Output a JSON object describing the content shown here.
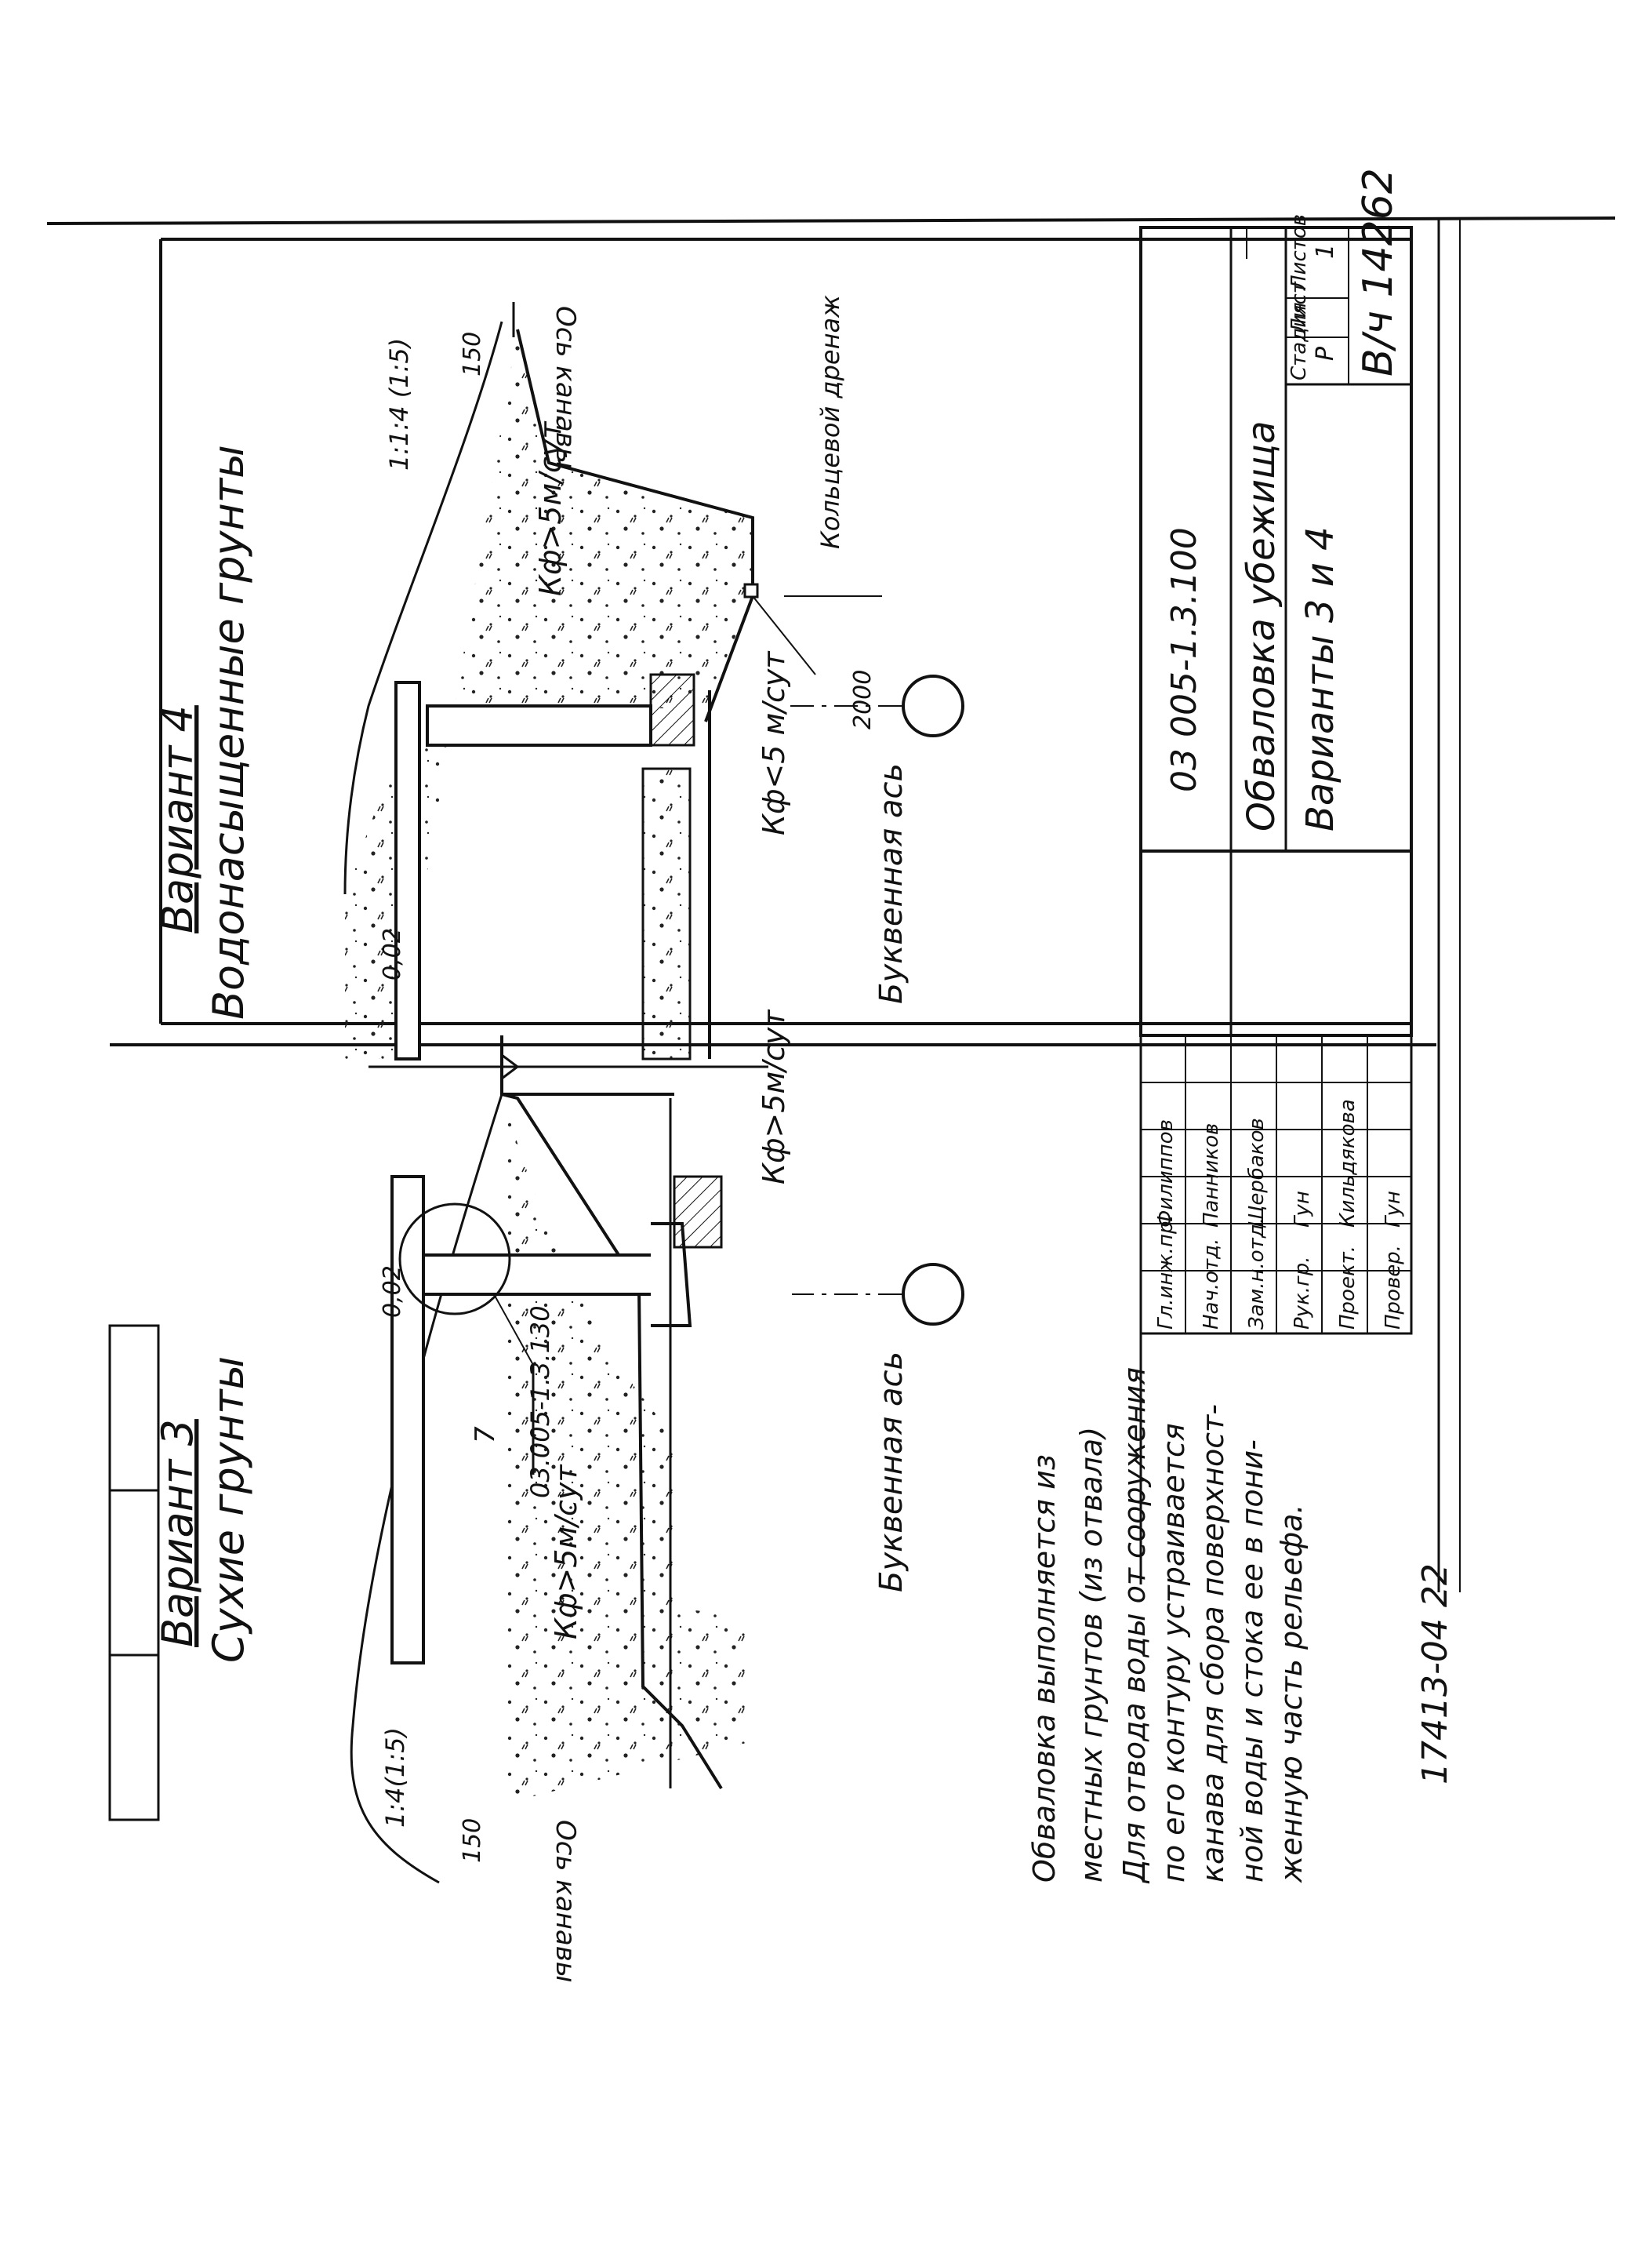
{
  "variant3": {
    "title": "Вариант 3",
    "subtitle": "Сухие грунты"
  },
  "variant4": {
    "title": "Вариант 4",
    "subtitle": "Водонасыщенные грунты"
  },
  "labels": {
    "slope_left": "1:4(1:5)",
    "slope_right": "1:1:4 (1:5)",
    "dim_150_left": "150",
    "dim_150_right": "150",
    "dim_2000": "2000",
    "ditch_axis_left": "Ось канавы",
    "ditch_axis_right": "Ось канавы",
    "kf_gt_left": "Кф>5м/сут",
    "kf_gt_mid": "Кф>5м/сут",
    "kf_gt_right": "Кф>5м/сут.",
    "kf_lt_right": "Кф<5 м/сут",
    "slope_002_left": "0,02",
    "slope_002_right": "0,02",
    "callout_number": "7",
    "callout_ref": "03.005-1.3.130",
    "letter_axis_left": "Буквенная ась",
    "letter_axis_right": "Буквенная ась",
    "ring_drain": "Кольцевой дренаж"
  },
  "notes": [
    "Обваловка выполняется из",
    "местных грунтов (из отвала)",
    "Для отвода воды от сооружения",
    "по его контуру устраивается",
    "канава для сбора поверхност-",
    "ной воды и стока ее в пони-",
    "женную часть рельефа."
  ],
  "title_block": {
    "project_code": "03 005-1.3.100",
    "title_line1": "Обваловка убежища",
    "title_line2": "Варианты 3 и 4",
    "stage_label": "Стадия",
    "stage_value": "Р",
    "sheet_label": "Лист",
    "sheet_value": "",
    "sheets_label": "Листов",
    "sheets_value": "1",
    "org": "В/ч 14262",
    "roles": [
      {
        "role": "Гл.инж.пр.",
        "name": "Филиппов"
      },
      {
        "role": "Нач.отд.",
        "name": "Панников"
      },
      {
        "role": "Зам.н.отд.",
        "name": "Щербаков"
      },
      {
        "role": "Рук.гр.",
        "name": "Гун"
      },
      {
        "role": "Проект.",
        "name": "Кильдякова"
      },
      {
        "role": "Провер.",
        "name": "Гун"
      }
    ]
  },
  "footer_code": "17413-04  22",
  "colors": {
    "ink": "#111111",
    "paper": "#ffffff"
  }
}
